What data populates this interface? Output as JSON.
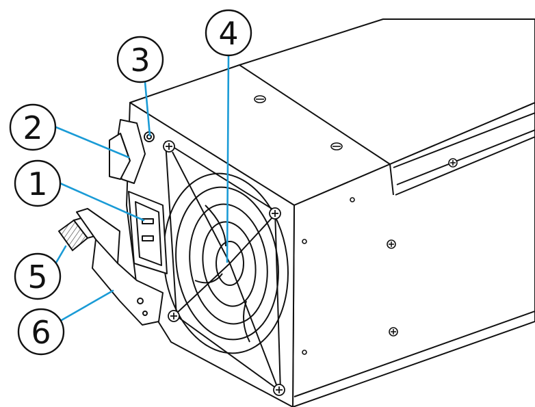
{
  "diagram": {
    "callouts": [
      {
        "id": "1",
        "label": "1"
      },
      {
        "id": "2",
        "label": "2"
      },
      {
        "id": "3",
        "label": "3"
      },
      {
        "id": "4",
        "label": "4"
      },
      {
        "id": "5",
        "label": "5"
      },
      {
        "id": "6",
        "label": "6"
      }
    ],
    "colors": {
      "leader_line": "#1a9bd6",
      "outline": "#111111",
      "background": "#ffffff"
    }
  }
}
